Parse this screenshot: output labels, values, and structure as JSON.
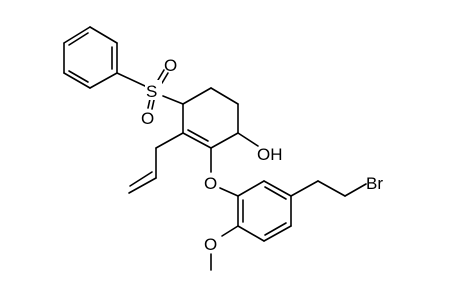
{
  "diagram": {
    "type": "chemical-structure",
    "atoms": {
      "sulfur": "S",
      "sulfonyl_oxygen_upper": "O",
      "sulfonyl_oxygen_lower": "O",
      "hydroxyl": "OH",
      "ether_oxygen": "O",
      "methoxy_oxygen": "O",
      "bromine": "Br"
    },
    "colors": {
      "bond": "#000000",
      "background": "#ffffff"
    }
  }
}
